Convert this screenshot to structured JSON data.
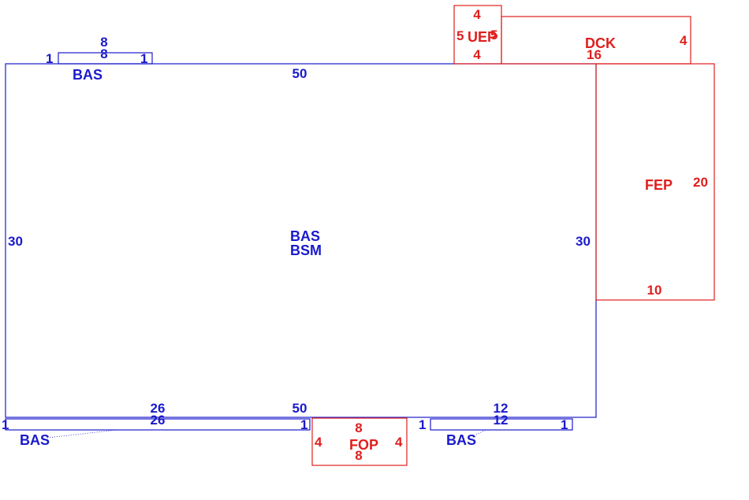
{
  "colors": {
    "base": "#1a1acc",
    "addition": "#e01e1e",
    "background": "#ffffff"
  },
  "main": {
    "name1": "BAS",
    "name2": "BSM",
    "top": "50",
    "bottom": "50",
    "left": "30",
    "right": "30"
  },
  "bas_top": {
    "name": "BAS",
    "len_a": "8",
    "len_b": "8",
    "left": "1",
    "right": "1"
  },
  "bas_bottom_left": {
    "name": "BAS",
    "len_a": "26",
    "len_b": "26",
    "left": "1",
    "right": "1"
  },
  "bas_bottom_right": {
    "name": "BAS",
    "len_a": "12",
    "len_b": "12",
    "left": "1",
    "right": "1"
  },
  "uep": {
    "name": "UEP",
    "top": "4",
    "bottom": "4",
    "left": "5",
    "right": "5"
  },
  "dck": {
    "name": "DCK",
    "right": "4",
    "bottom": "16"
  },
  "fep": {
    "name": "FEP",
    "right": "20",
    "bottom": "10"
  },
  "fop": {
    "name": "FOP",
    "top": "8",
    "bottom": "8",
    "left": "4",
    "right": "4"
  }
}
